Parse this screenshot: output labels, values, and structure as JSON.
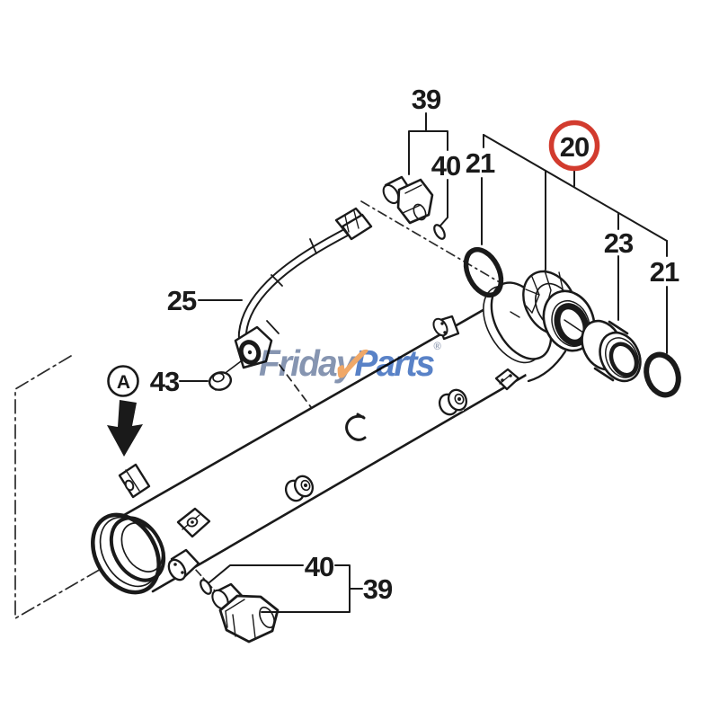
{
  "diagram": {
    "type": "exploded-parts-diagram",
    "subject": "hydraulic cylinder assembly with hose, fittings, O-rings and bushing",
    "background": "#ffffff",
    "colors": {
      "line": "#1a1a1a",
      "highlight_ring": "#d23b2e",
      "watermark_gray": "#7c8cab",
      "watermark_blue": "#4b77c2",
      "watermark_orange": "#efa15b"
    },
    "callouts": [
      {
        "id": "39-top",
        "label": "39",
        "highlighted": false
      },
      {
        "id": "40-top",
        "label": "40",
        "highlighted": false
      },
      {
        "id": "21-left",
        "label": "21",
        "highlighted": false
      },
      {
        "id": "20",
        "label": "20",
        "highlighted": true
      },
      {
        "id": "23",
        "label": "23",
        "highlighted": false
      },
      {
        "id": "21-right",
        "label": "21",
        "highlighted": false
      },
      {
        "id": "25",
        "label": "25",
        "highlighted": false
      },
      {
        "id": "43",
        "label": "43",
        "highlighted": false
      },
      {
        "id": "view-a",
        "label": "A",
        "highlighted": false
      },
      {
        "id": "40-bottom",
        "label": "40",
        "highlighted": false
      },
      {
        "id": "39-bottom",
        "label": "39",
        "highlighted": false
      }
    ],
    "watermark": {
      "brand_gray": "Friday",
      "check": "✓",
      "brand_blue": "Parts",
      "registered": "®"
    }
  }
}
